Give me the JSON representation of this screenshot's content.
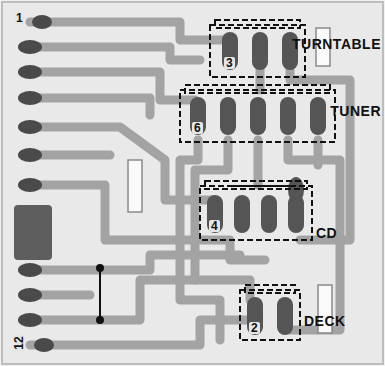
{
  "diagram": {
    "labels": [
      "1",
      "3",
      "TURNTABLE",
      "6",
      "TUNER",
      "4",
      "CD",
      "2",
      "DECK",
      "12"
    ]
  }
}
